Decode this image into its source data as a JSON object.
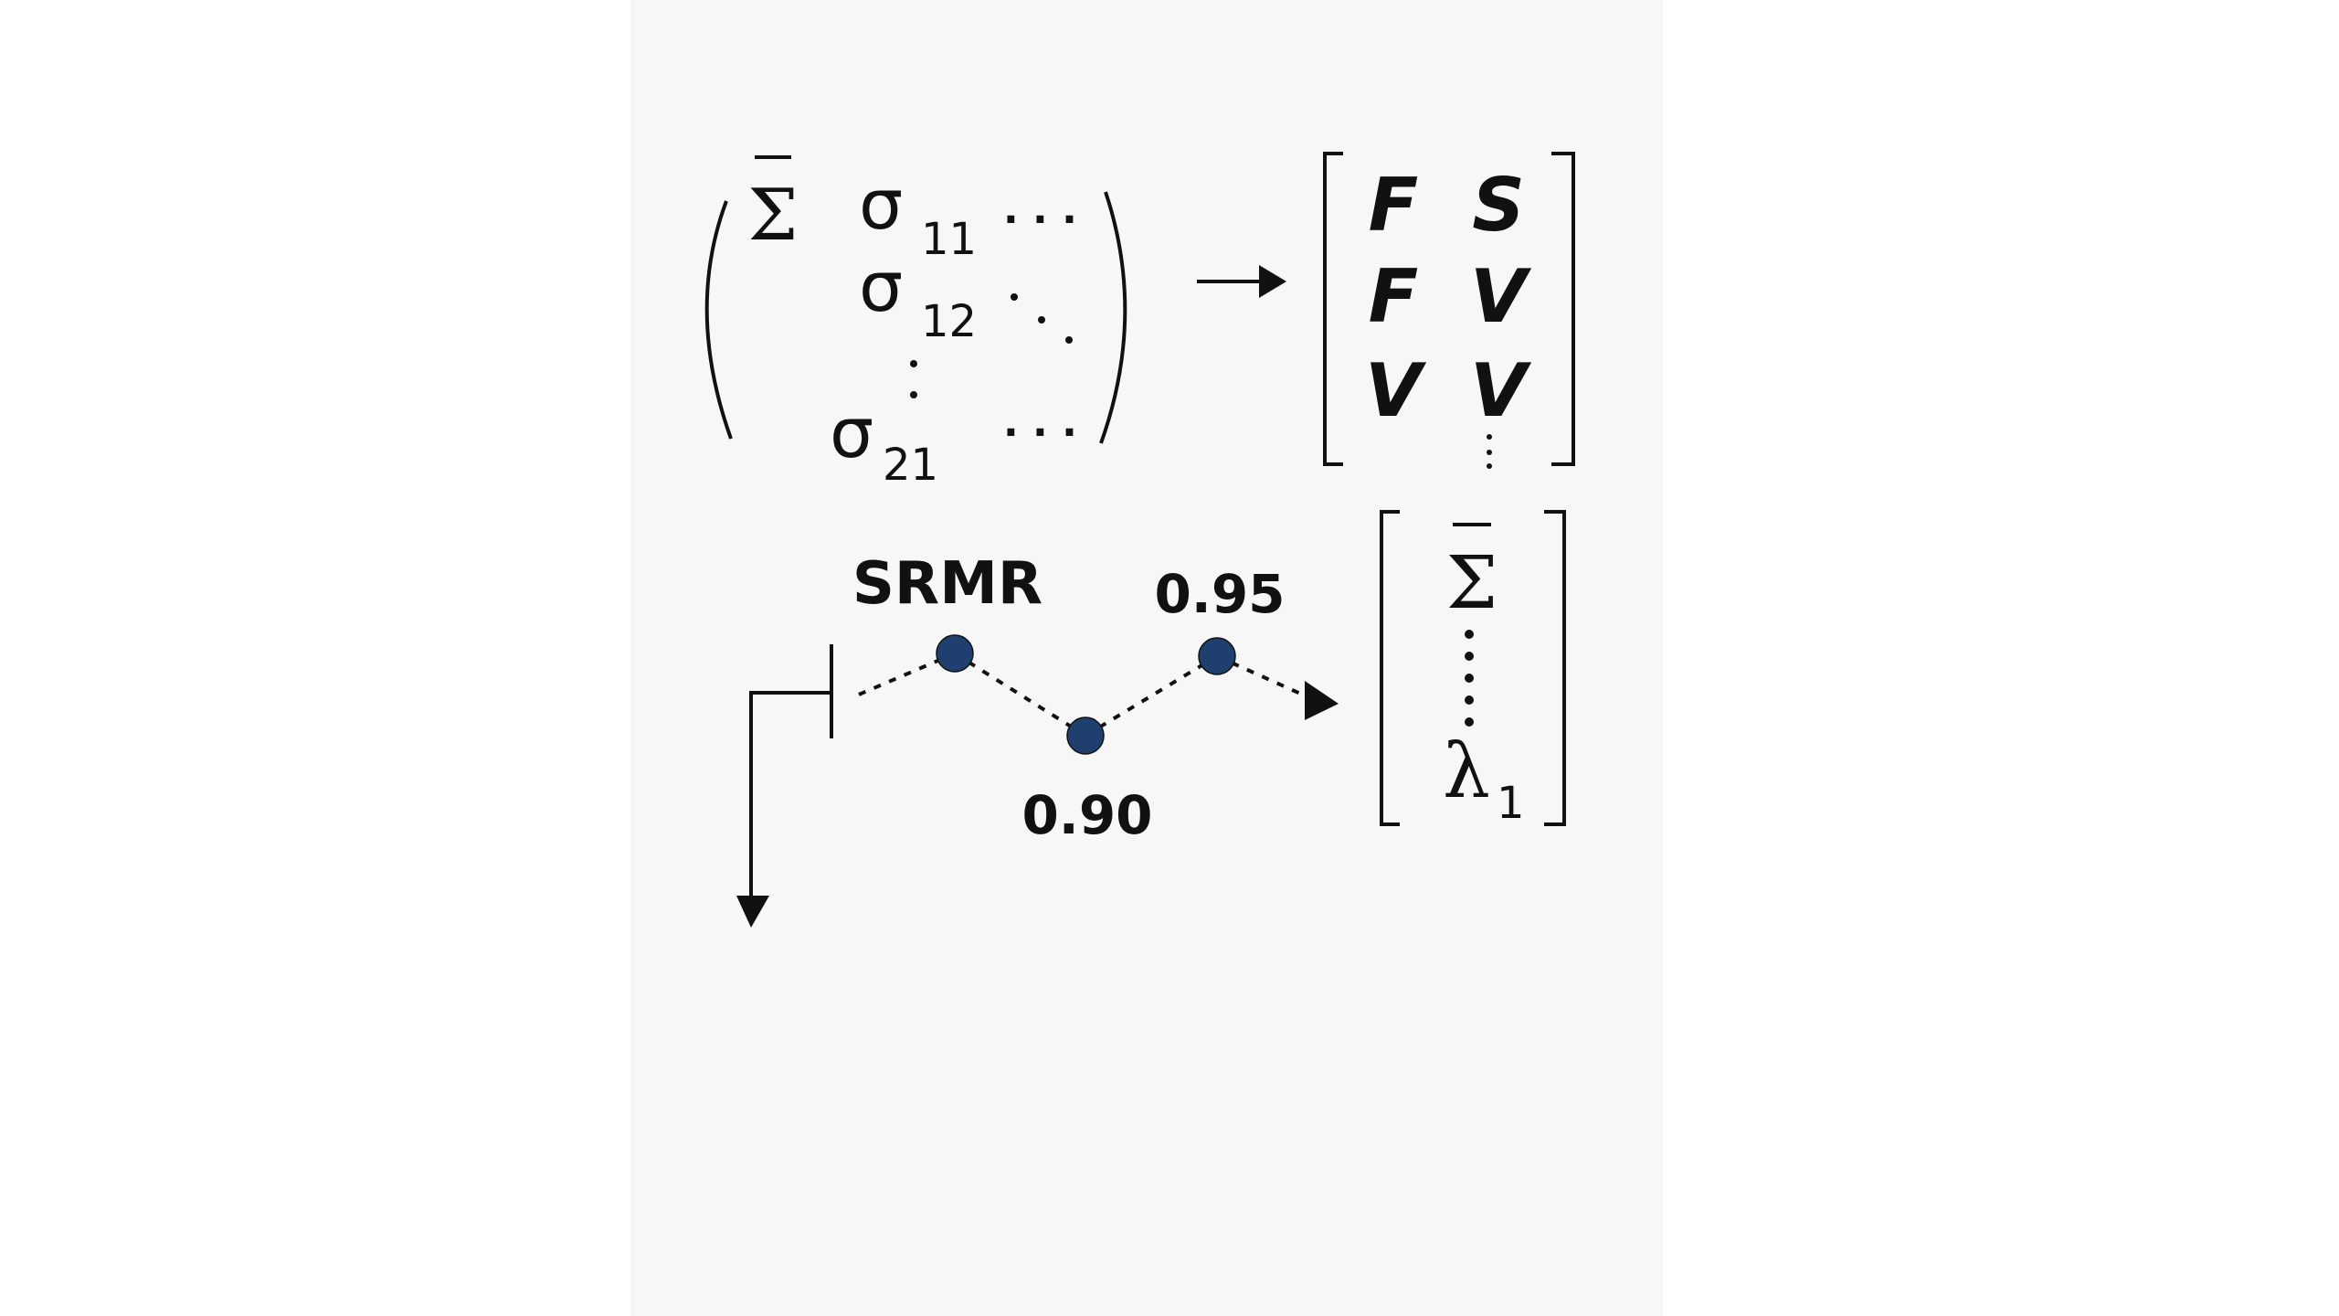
{
  "covariance_matrix": {
    "sigma_bar": "Σ",
    "entries": [
      {
        "symbol": "σ",
        "sub": "11",
        "dots": "· · ·"
      },
      {
        "symbol": "σ",
        "sub": "12",
        "dots": "·  ·  ·"
      },
      {
        "symbol": "σ",
        "sub": "21",
        "dots": "· · ·"
      }
    ]
  },
  "parameter_matrix": {
    "rows": [
      [
        "F",
        "S"
      ],
      [
        "F",
        "V"
      ],
      [
        "V",
        "V"
      ]
    ]
  },
  "fit_indices": {
    "srmr_label": "SRMR",
    "value_high": "0.95",
    "value_low": "0.90"
  },
  "result_matrix": {
    "sigma_bar": "Σ",
    "lambda": "λ",
    "lambda_sub": "1"
  },
  "colors": {
    "ink": "#111111",
    "panel": "#f7f7f7",
    "node": "#1f3f6e"
  }
}
